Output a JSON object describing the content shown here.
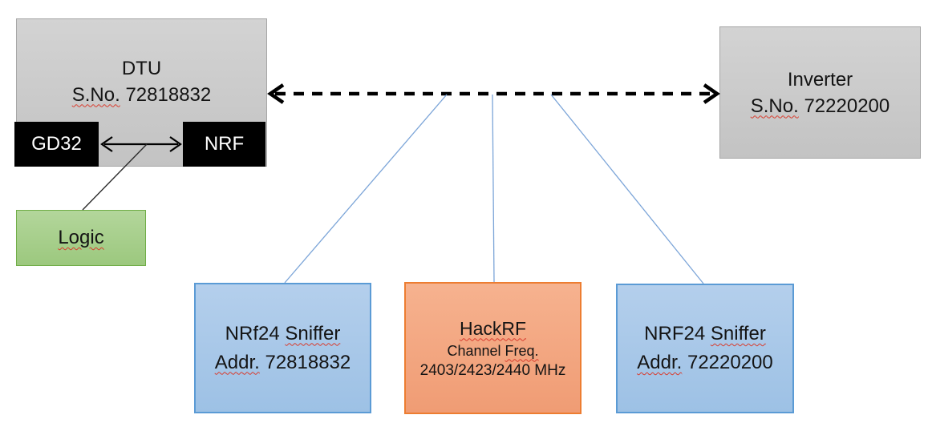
{
  "diagram": {
    "dtu": {
      "title": "DTU",
      "serial_label": "S.No.",
      "serial_number": "72818832"
    },
    "gd32": {
      "label": "GD32"
    },
    "nrf": {
      "label": "NRF"
    },
    "logic": {
      "label": "Logic"
    },
    "inverter": {
      "title": "Inverter",
      "serial_label": "S.No.",
      "serial_number": "72220200"
    },
    "sniffer_left": {
      "name_prefix": "NRf24",
      "name_wavy": "Sniffer",
      "addr_label": "Addr.",
      "addr_number": "72818832"
    },
    "hackrf": {
      "title": "HackRF",
      "channel_prefix": "Channel",
      "channel_wavy": "Freq.",
      "frequencies": "2403/2423/2440 MHz"
    },
    "sniffer_right": {
      "name_prefix": "NRF24",
      "name_wavy": "Sniffer",
      "addr_label": "Addr.",
      "addr_number": "72220200"
    }
  },
  "colors": {
    "gray_fill": "#c9c9c9",
    "gray_border": "#a6a6a6",
    "black_chip_fill": "#000000",
    "green_fill": "#a9d18e",
    "green_border": "#70ad47",
    "blue_fill": "#a8c6e8",
    "blue_border": "#5b9bd5",
    "orange_fill": "#f4a783",
    "orange_border": "#ed7d31",
    "connector_blue": "#7ca5d8",
    "arrow_black": "#000000",
    "spellcheck_red": "#d83b2d"
  }
}
